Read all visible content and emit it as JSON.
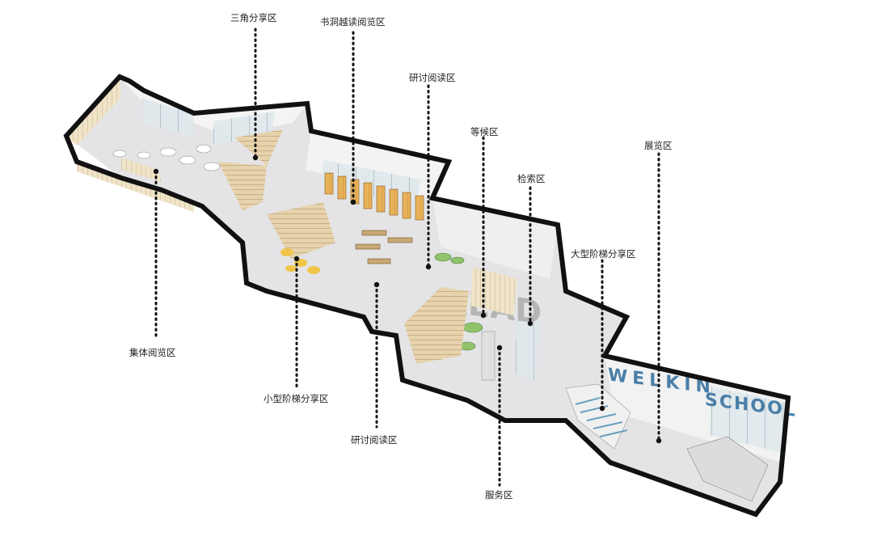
{
  "labels": {
    "triangle_share": "三角分享区",
    "stack_browse": "书洞越读阅览区",
    "seminar_top": "研讨阅读区",
    "waiting": "等候区",
    "search": "检索区",
    "exhibition": "展览区",
    "large_stair_share": "大型阶梯分享区",
    "group_reading": "集体阅览区",
    "small_stair_share": "小型阶梯分享区",
    "seminar_bottom": "研讨阅读区",
    "service": "服务区"
  },
  "signage": {
    "read": "READ",
    "school_name_1": "WELKIN",
    "school_name_2": "SCHOOL"
  },
  "colors": {
    "outline": "#111111",
    "floor": "#d9d9db",
    "shelf_wood": "#e8b25a",
    "shelf_light": "#efe3c8",
    "stair": "#e3cfa6",
    "glass": "#b8cfd8",
    "accent_green": "#8fc46b",
    "sign_blue": "#4a7fa8",
    "read_gray": "#b5b5b5"
  }
}
